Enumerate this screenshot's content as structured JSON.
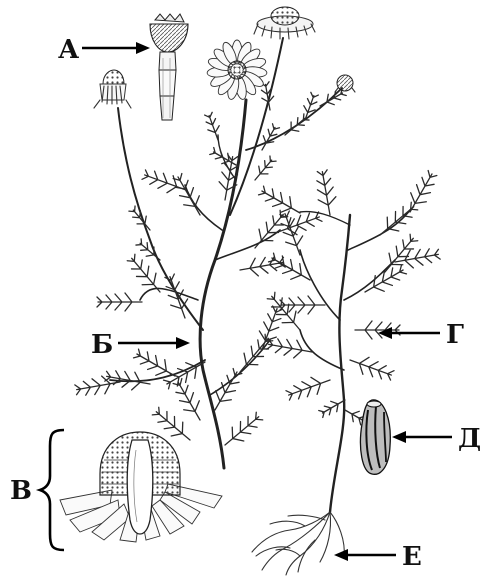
{
  "labels": {
    "a": "А",
    "b": "Б",
    "v": "В",
    "g": "Г",
    "d": "Д",
    "e": "Е"
  }
}
